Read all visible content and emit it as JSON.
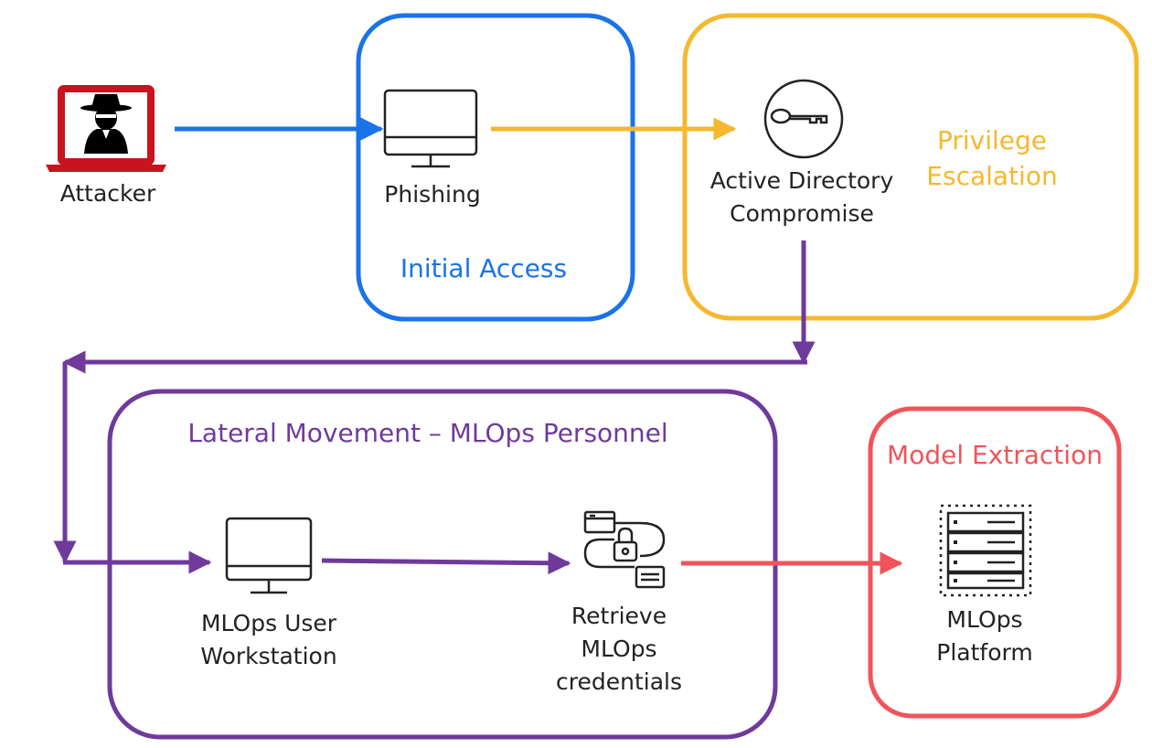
{
  "colors": {
    "initial_access": "#1a73e8",
    "privilege_escalation": "#f5b82e",
    "lateral_movement": "#6f3a9c",
    "model_extraction": "#f0545a",
    "attacker_red": "#c8141e",
    "node_stroke": "#222222"
  },
  "nodes": {
    "attacker": {
      "label": "Attacker",
      "icon": "hooded-hacker-laptop-icon"
    },
    "phishing": {
      "label": "Phishing",
      "icon": "desktop-monitor-icon"
    },
    "active_directory": {
      "line1": "Active Directory",
      "line2": "Compromise",
      "icon": "key-icon"
    },
    "mlops_workstation": {
      "line1": "MLOps User",
      "line2": "Workstation",
      "icon": "desktop-monitor-icon"
    },
    "retrieve_credentials": {
      "line1": "Retrieve",
      "line2": "MLOps",
      "line3": "credentials",
      "icon": "credentials-lock-icon"
    },
    "mlops_platform": {
      "line1": "MLOps",
      "line2": "Platform",
      "icon": "server-rack-icon"
    }
  },
  "stages": {
    "initial_access": "Initial Access",
    "privilege_escalation": {
      "line1": "Privilege",
      "line2": "Escalation"
    },
    "lateral_movement": "Lateral Movement – MLOps Personnel",
    "model_extraction": "Model Extraction"
  }
}
